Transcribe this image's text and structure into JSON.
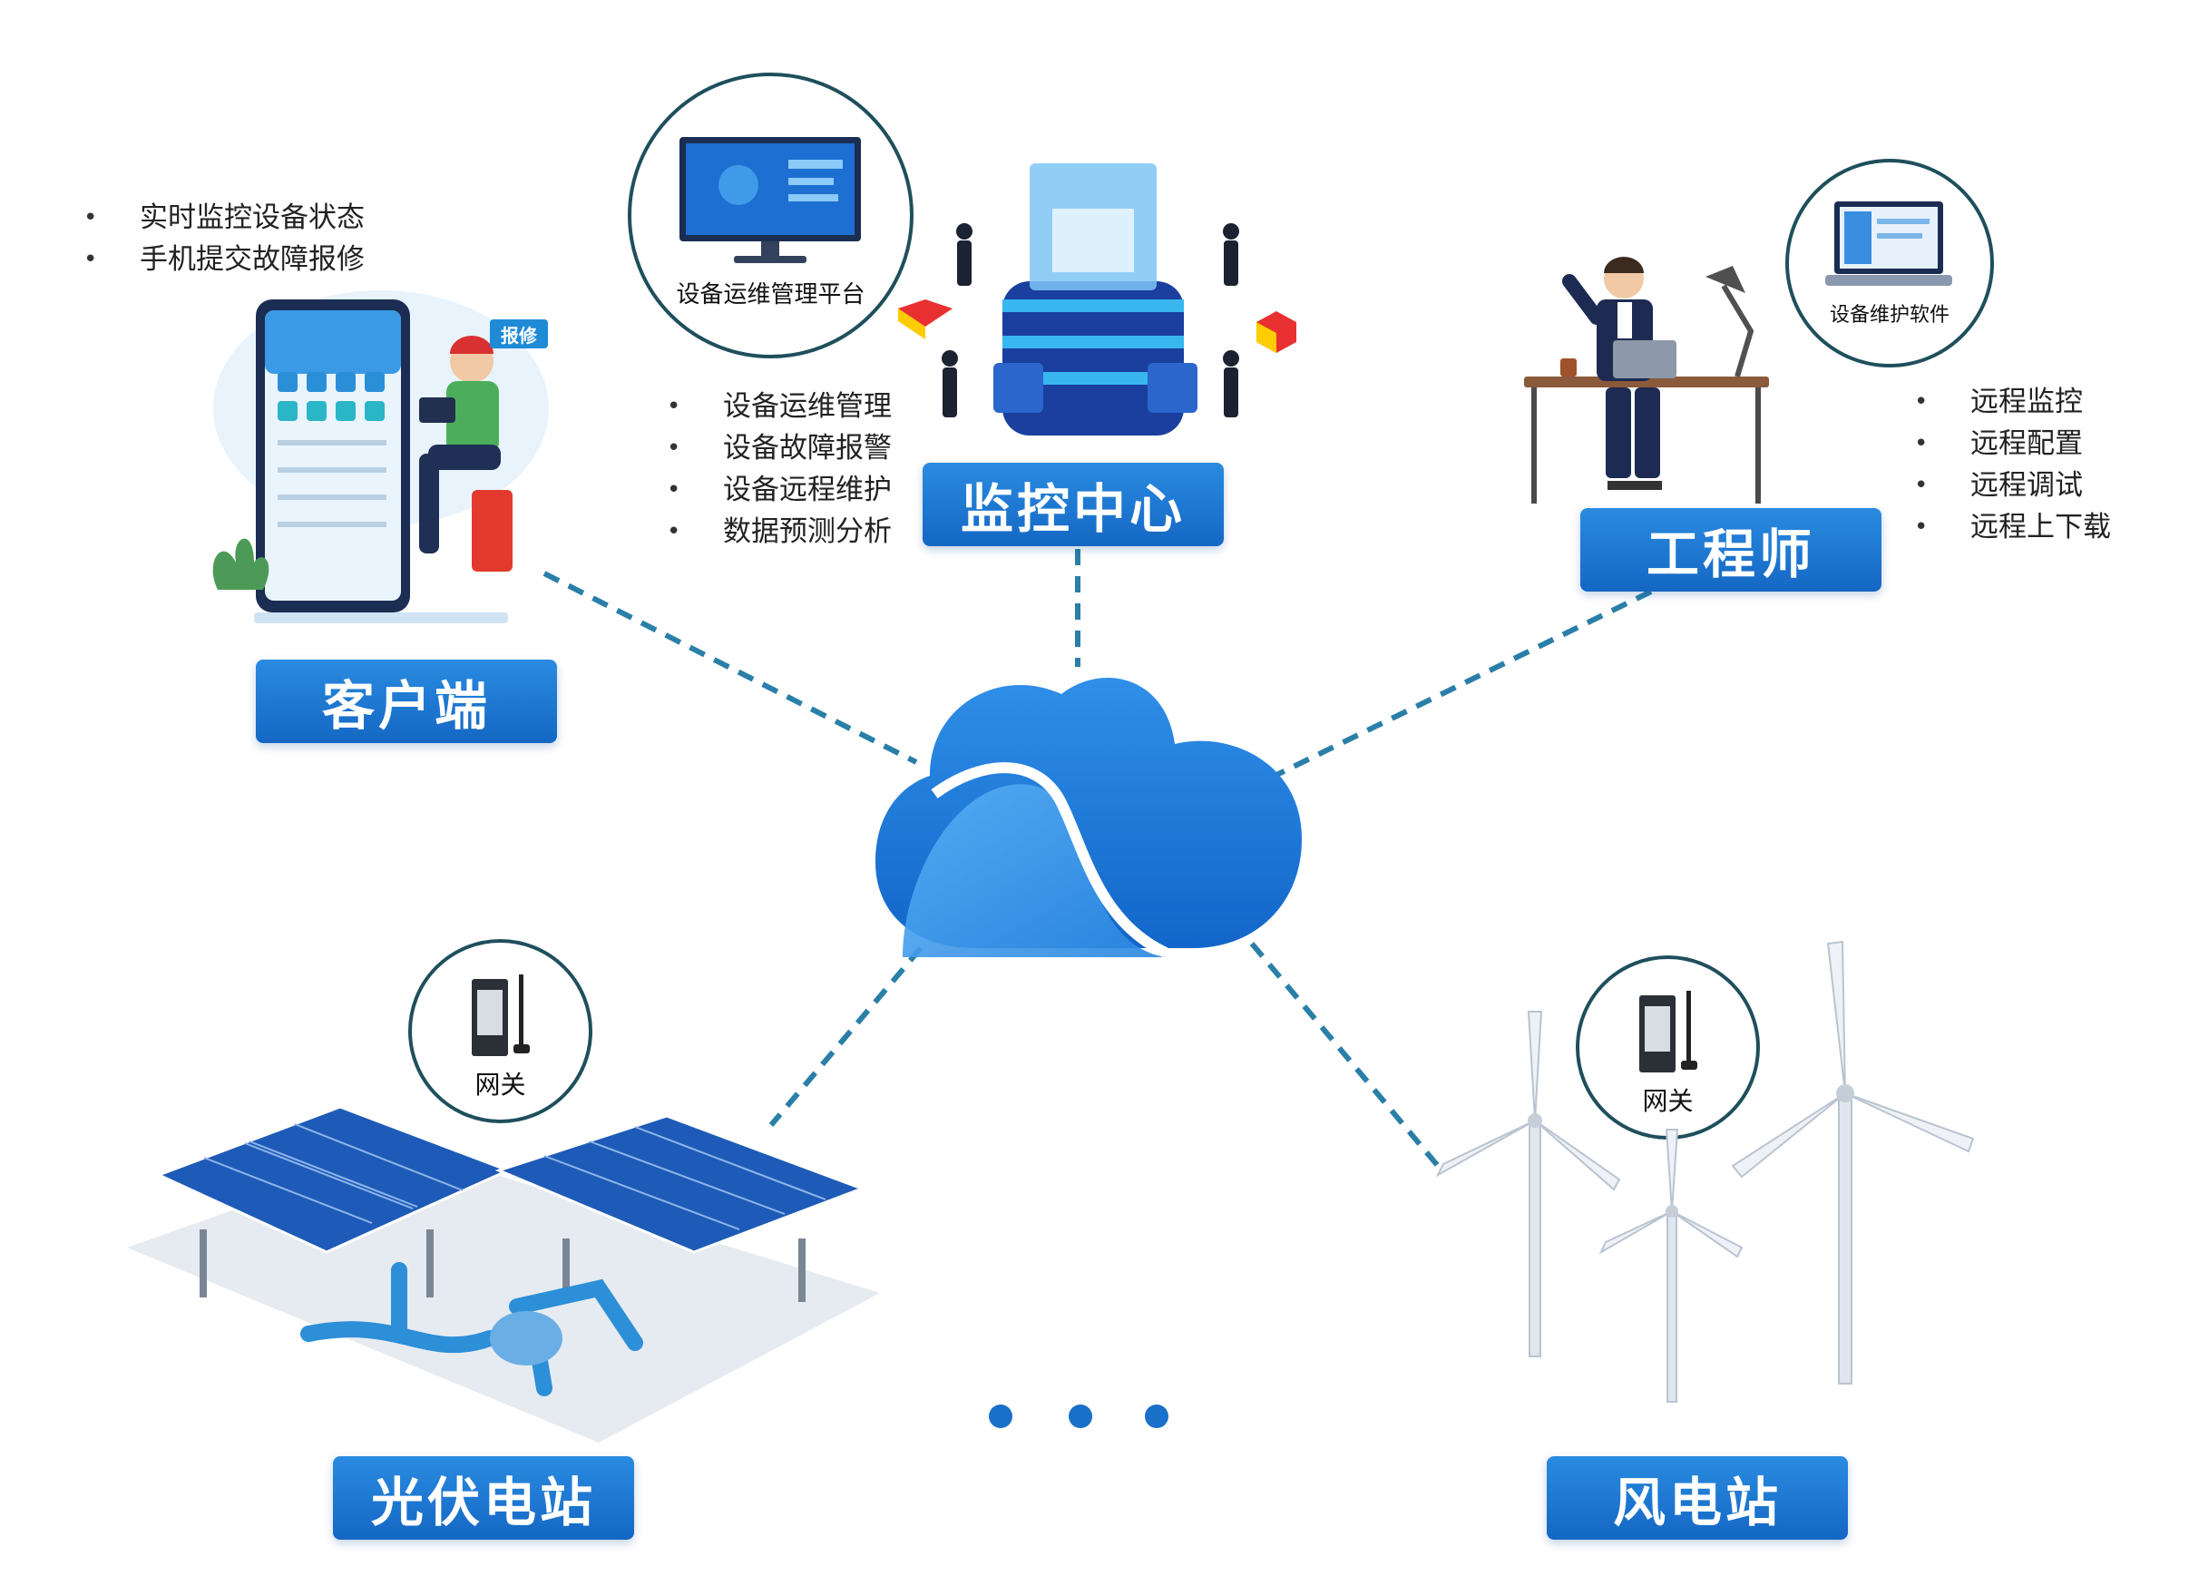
{
  "client": {
    "label": "客户端",
    "features": [
      "实时监控设备状态",
      "手机提交故障报修"
    ],
    "phone_badge": "报修"
  },
  "monitoring_center": {
    "label": "监控中心",
    "platform_badge": "设备运维管理平台",
    "features": [
      "设备运维管理",
      "设备故障报警",
      "设备远程维护",
      "数据预测分析"
    ]
  },
  "engineer": {
    "label": "工程师",
    "badge": "设备维护软件",
    "features": [
      "远程监控",
      "远程配置",
      "远程调试",
      "远程上下载"
    ]
  },
  "solar_station": {
    "label": "光伏电站",
    "gateway_label": "网关"
  },
  "wind_station": {
    "label": "风电站",
    "gateway_label": "网关"
  },
  "more_indicator": "...",
  "colors": {
    "primary_blue": "#1a74d2",
    "link_teal": "#2a7fa8",
    "ink": "#222222"
  },
  "icons": [
    "cloud-icon",
    "server-icon",
    "monitor-icon",
    "laptop-icon",
    "phone-icon",
    "gateway-icon",
    "solar-panel-icon",
    "wind-turbine-icon"
  ]
}
